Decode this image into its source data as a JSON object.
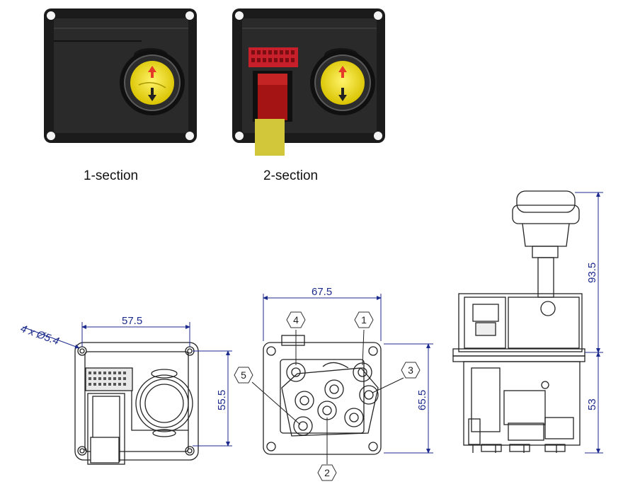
{
  "captions": {
    "section1": "1-section",
    "section2": "2-section"
  },
  "dimensions": {
    "front_width": "57.5",
    "front_height": "55.5",
    "holes": "4 x Ø5.4",
    "bottom_width": "67.5",
    "bottom_height": "65.5",
    "side_upper": "93.5",
    "side_lower": "53"
  },
  "ports": [
    "1",
    "2",
    "3",
    "4",
    "5"
  ],
  "colors": {
    "dimension": "#1c2b8c",
    "body": "#1e1e1e",
    "button_yellow": "#f2e21a",
    "lever_red": "#b01818",
    "lever_yellow": "#d8cc3a",
    "connector_red": "#c8202a",
    "port_label": "#2a7a2a"
  }
}
